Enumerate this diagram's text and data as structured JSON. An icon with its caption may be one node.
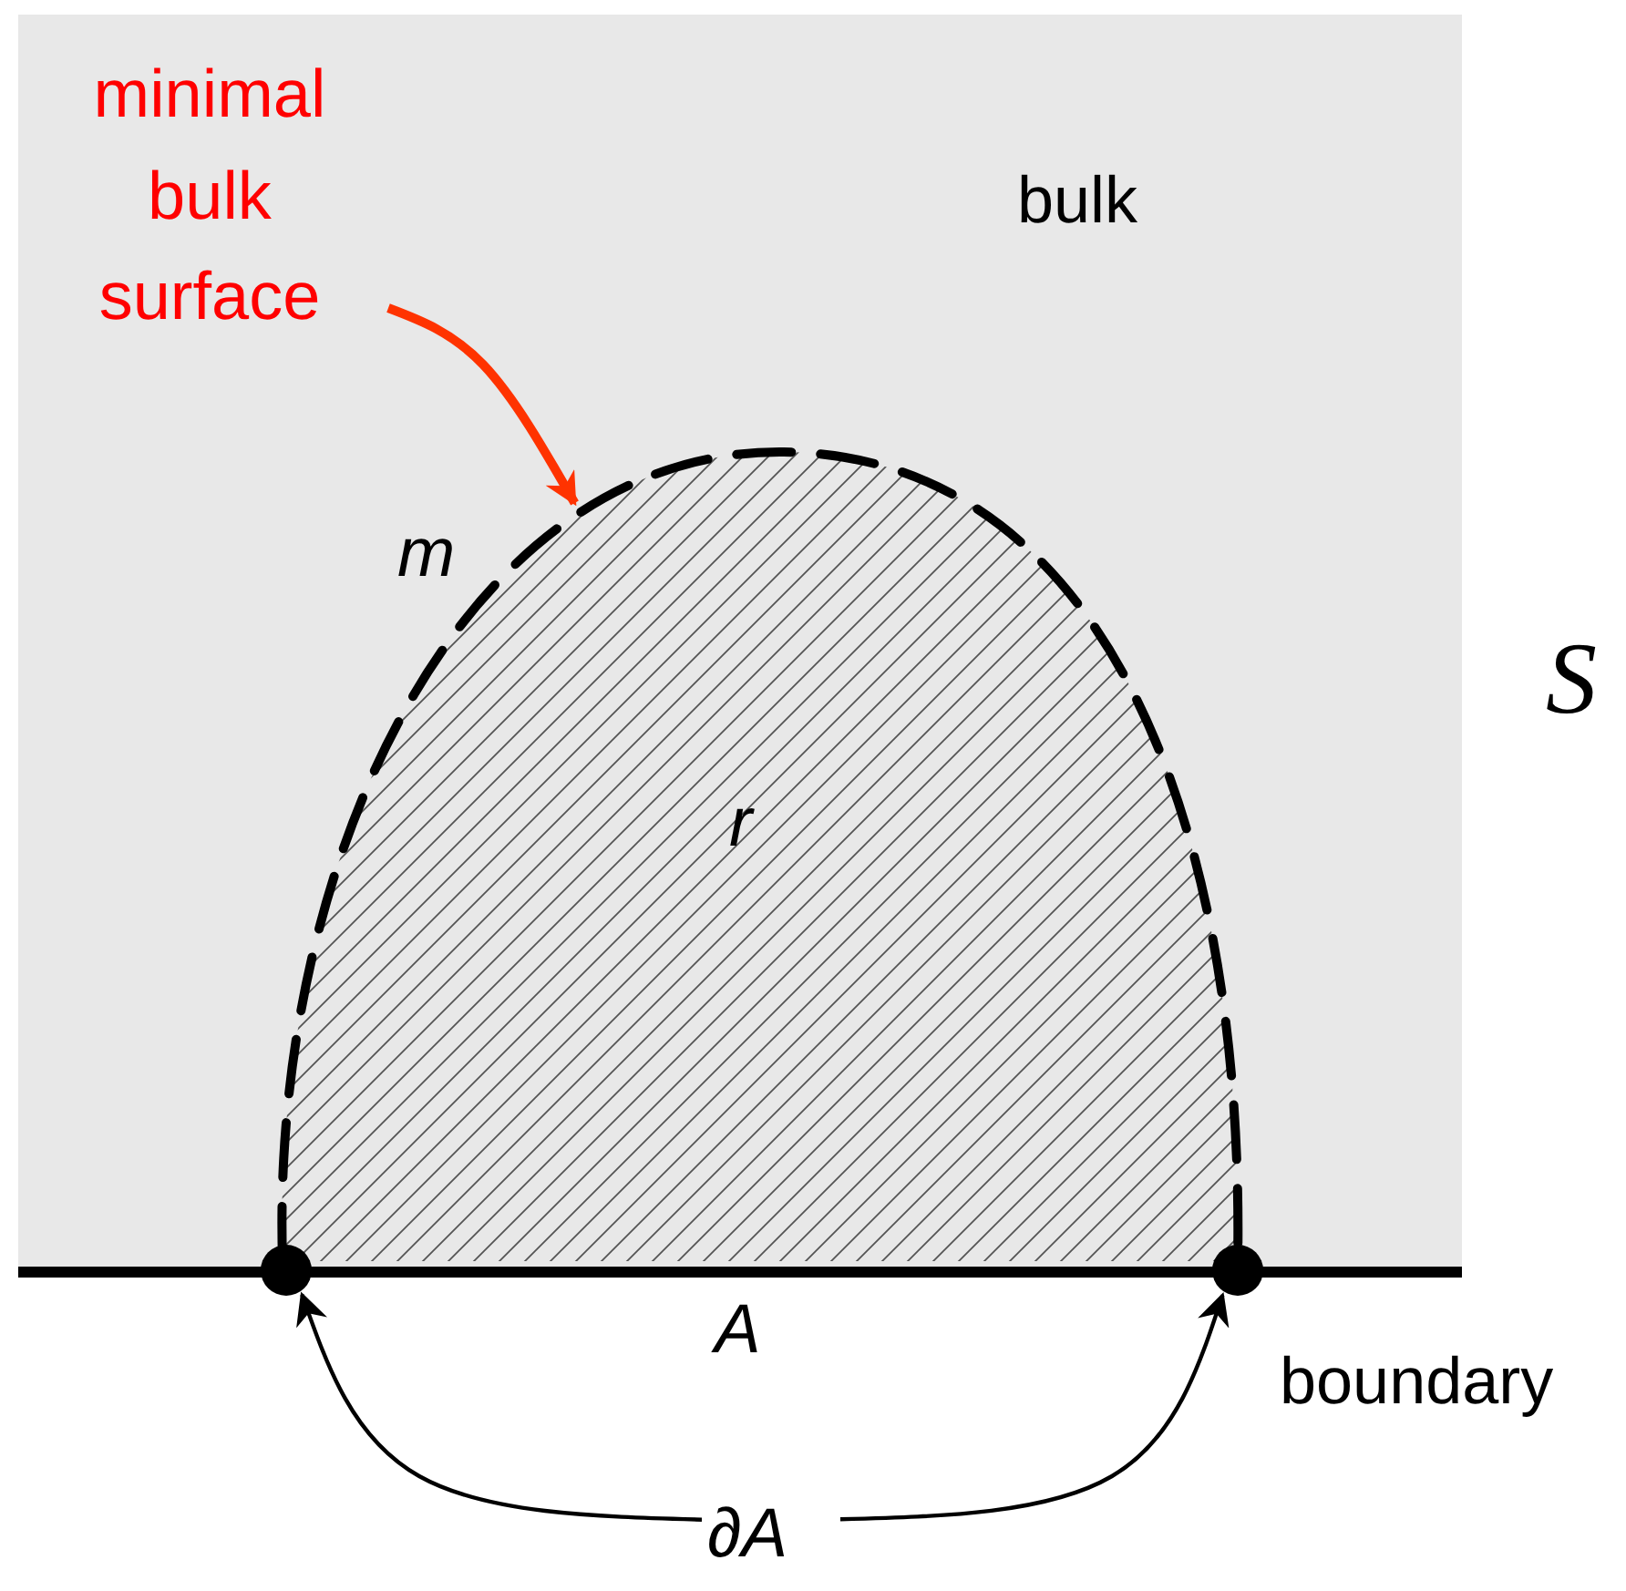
{
  "diagram": {
    "nodes": [
      {
        "text": [
          "minimal bulk surface"
        ]
      },
      {
        "text": [],
        "shape": "arc"
      },
      {
        "text": [
          "∂A"
        ]
      },
      {
        "text": [],
        "shape": "circle"
      },
      {
        "text": [],
        "shape": "circle"
      }
    ],
    "edges": [
      {
        "from": 0,
        "to": 1,
        "arrow": "to",
        "style": "thick",
        "color": "#ff3300"
      },
      {
        "from": 2,
        "to": 3,
        "arrow": "to"
      },
      {
        "from": 2,
        "to": 4,
        "arrow": "to"
      }
    ],
    "labels": [
      "bulk",
      "m",
      "r",
      "A",
      "boundary",
      "S"
    ]
  }
}
